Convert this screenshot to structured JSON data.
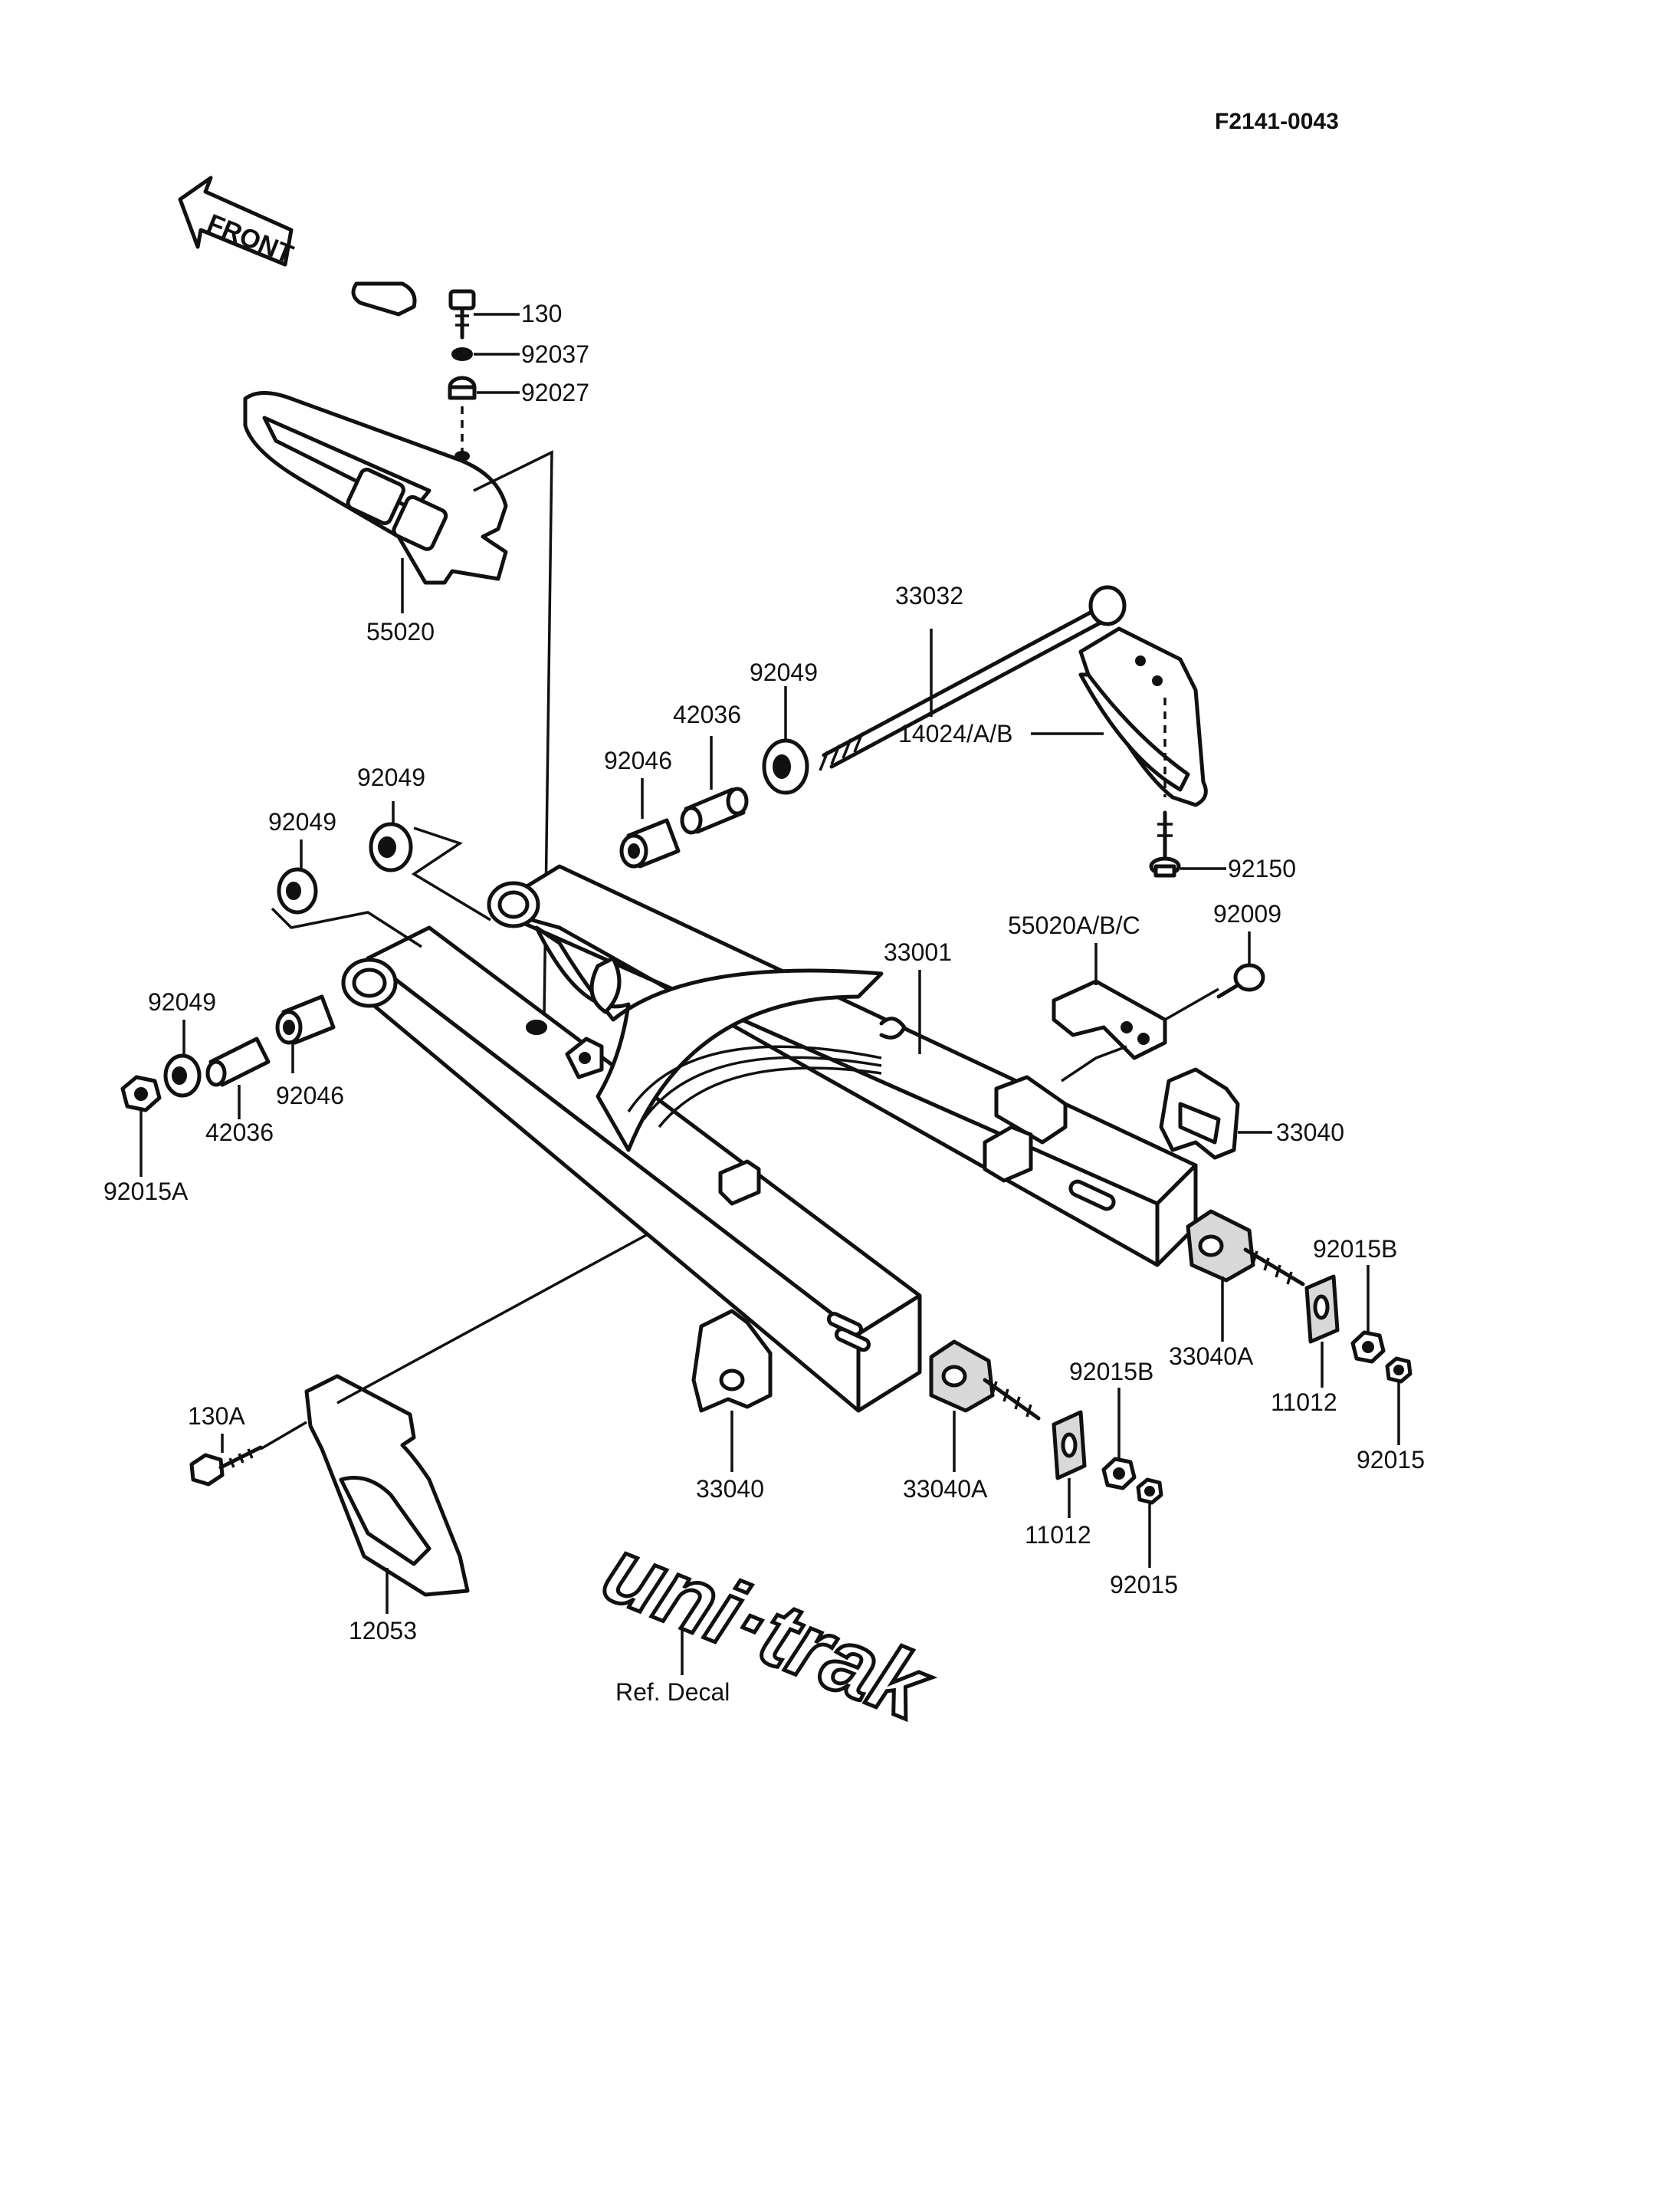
{
  "diagram_code": "F2141-0043",
  "front_arrow": {
    "label": "FRONT"
  },
  "decal": {
    "text": "uni·trak",
    "ref_label": "Ref. Decal"
  },
  "parts": [
    {
      "id": "p130",
      "label": "130"
    },
    {
      "id": "p92037",
      "label": "92037"
    },
    {
      "id": "p92027",
      "label": "92027"
    },
    {
      "id": "p55020",
      "label": "55020"
    },
    {
      "id": "p33032",
      "label": "33032"
    },
    {
      "id": "p92049a",
      "label": "92049"
    },
    {
      "id": "p42036a",
      "label": "42036"
    },
    {
      "id": "p92046a",
      "label": "92046"
    },
    {
      "id": "p14024",
      "label": "14024/A/B"
    },
    {
      "id": "p92049b",
      "label": "92049"
    },
    {
      "id": "p92049c",
      "label": "92049"
    },
    {
      "id": "p92150",
      "label": "92150"
    },
    {
      "id": "p55020abc",
      "label": "55020A/B/C"
    },
    {
      "id": "p92009",
      "label": "92009"
    },
    {
      "id": "p33001",
      "label": "33001"
    },
    {
      "id": "p92049d",
      "label": "92049"
    },
    {
      "id": "p92046b",
      "label": "92046"
    },
    {
      "id": "p42036b",
      "label": "42036"
    },
    {
      "id": "p92015A",
      "label": "92015A"
    },
    {
      "id": "p33040a",
      "label": "33040"
    },
    {
      "id": "p92015Ba",
      "label": "92015B"
    },
    {
      "id": "p33040Aa",
      "label": "33040A"
    },
    {
      "id": "p11012a",
      "label": "11012"
    },
    {
      "id": "p92015a",
      "label": "92015"
    },
    {
      "id": "p130A",
      "label": "130A"
    },
    {
      "id": "p33040b",
      "label": "33040"
    },
    {
      "id": "p33040Ab",
      "label": "33040A"
    },
    {
      "id": "p92015Bb",
      "label": "92015B"
    },
    {
      "id": "p11012b",
      "label": "11012"
    },
    {
      "id": "p92015b",
      "label": "92015"
    },
    {
      "id": "p12053",
      "label": "12053"
    }
  ]
}
